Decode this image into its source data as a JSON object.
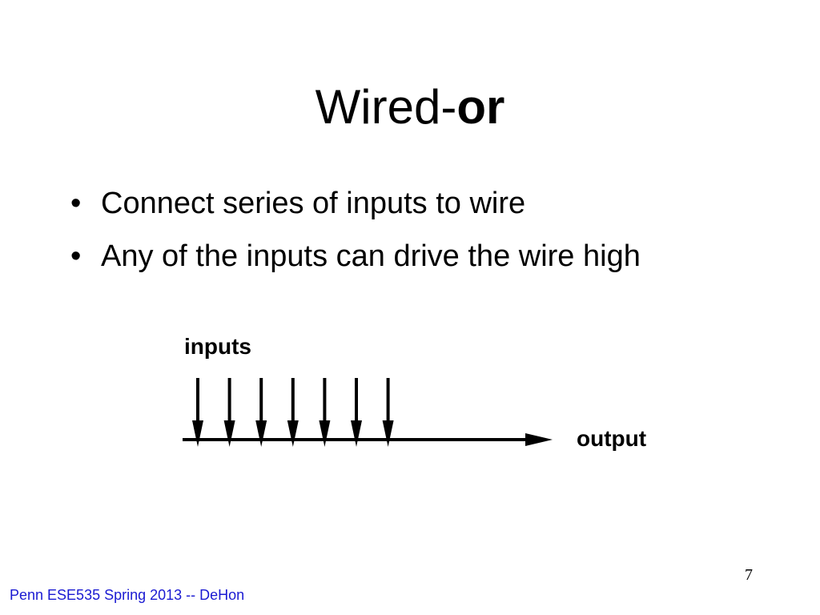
{
  "slide": {
    "title_regular": "Wired-",
    "title_bold": "or",
    "bullet_glyph": "•",
    "bullets": [
      "Connect series of inputs to wire",
      "Any of the inputs can drive the wire high"
    ],
    "page_number": "7",
    "footer": "Penn ESE535 Spring 2013 -- DeHon",
    "footer_color": "#1a1ad2"
  },
  "diagram": {
    "inputs_label": "inputs",
    "output_label": "output",
    "input_arrow_count": 7
  }
}
